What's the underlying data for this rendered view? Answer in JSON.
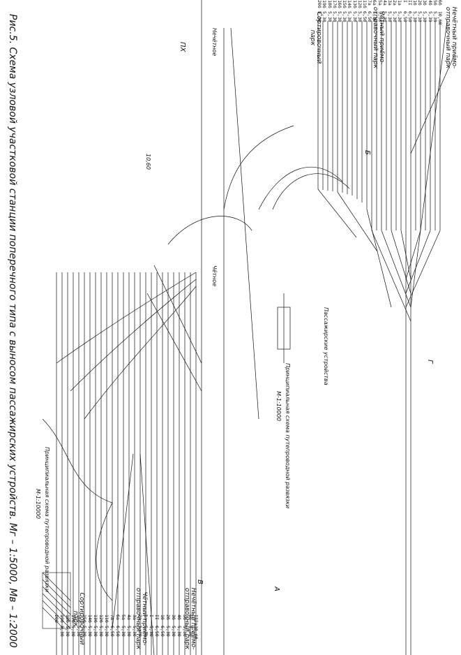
{
  "caption": "Рис.5. Схема узловой участковой станции поперечного типа с выносом пассажирских устройств. Мг – 1:5000, Мв – 1:2000",
  "parks": {
    "left_top": "Нечётный приёмо-отправочный парк",
    "left_mid": "Чётный приёмо-отправочный парк",
    "left_bottom": "Сортировочный парк",
    "right_top": "Нечётный приёмо-отправочный парк",
    "right_mid": "Чётный приёмо-отправочный парк",
    "right_bottom": "Сортировочный парк"
  },
  "labels": {
    "passenger": "Пассажирские устройства",
    "overpass_left": "Принципиальная схема путепроводной развязки",
    "overpass_right": "Принципиальная схема путепроводной развязки",
    "scale_left": "М-1:10000",
    "scale_right": "М-1:10000",
    "even": "Чётное",
    "odd": "Нечётное",
    "point_B": "В",
    "point_A": "А",
    "point_G": "Г",
    "point_B2": "Б",
    "point_PKh": "ПХ",
    "length": "10,60"
  },
  "tracks_top": [
    "6б",
    "5б",
    "4б",
    "3б",
    "2б",
    "1б",
    "II",
    "I",
    "1а",
    "2а",
    "3а",
    "4а",
    "5а",
    "6а",
    "7а",
    "11б",
    "12б",
    "13б",
    "14б",
    "15б",
    "16б",
    "17б",
    "18б",
    "19б",
    "20б"
  ],
  "lengths_top": [
    "10,60",
    "5,30",
    "5,30",
    "5,30",
    "5,30",
    "5,30",
    "6,50",
    "6,50",
    "5,30",
    "5,30",
    "5,30",
    "5,30",
    "5,30",
    "5,30",
    "6,50",
    "6,50",
    "5,30",
    "5,30",
    "5,30",
    "5,30",
    "5,30",
    "5,30",
    "5,30",
    "5,30",
    "5,30"
  ],
  "tracks_bottom": [
    "IIIа",
    "6б",
    "5б",
    "4б",
    "3б",
    "2б",
    "1б",
    "II",
    "I",
    "1а",
    "2а",
    "3а",
    "4а",
    "5а",
    "6а",
    "7а",
    "11б",
    "12б",
    "13б",
    "14б",
    "15б",
    "16б",
    "17б",
    "18б",
    "19б",
    "20б"
  ],
  "lengths_bottom": [
    "10,60",
    "5,30",
    "5,30",
    "5,30",
    "5,30",
    "5,30",
    "6,50",
    "6,50",
    "5,30",
    "5,30",
    "5,30",
    "5,30",
    "5,30",
    "5,30",
    "6,50",
    "6,50",
    "5,30",
    "5,30",
    "5,30",
    "5,30",
    "5,30",
    "5,30",
    "5,30",
    "5,30",
    "5,30"
  ]
}
